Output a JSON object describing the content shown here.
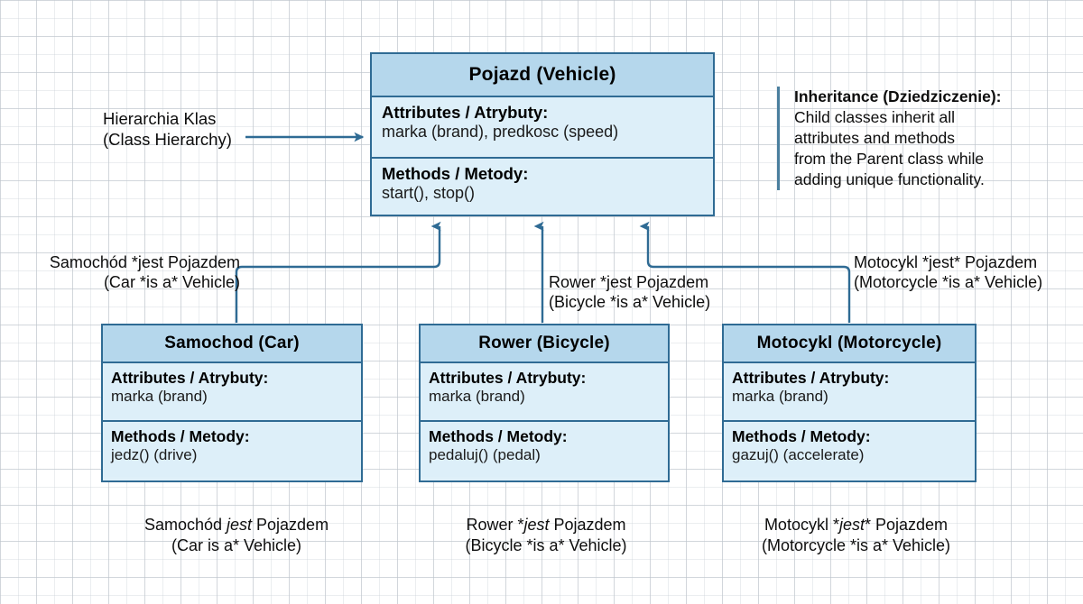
{
  "diagram": {
    "title_label": "Hierarchia Klas\n(Class Hierarchy)",
    "accent_border": "#2f6b94",
    "header_fill": "#b5d7ec",
    "body_fill": "#ddeff9",
    "connector_color": "#2f6b94"
  },
  "parent": {
    "name": "Pojazd (Vehicle)",
    "attributes_head": "Attributes / Atrybuty:",
    "attributes_body": "marka (brand), predkosc (speed)",
    "methods_head": "Methods / Metody:",
    "methods_body": "start(), stop()"
  },
  "children": [
    {
      "id": "car",
      "name": "Samochod (Car)",
      "attributes_head": "Attributes / Atrybuty:",
      "attributes_body": "marka (brand)",
      "methods_head": "Methods / Metody:",
      "methods_body": "jedz() (drive)",
      "edge_label": "Samochód *jest Pojazdem\n(Car *is a* Vehicle)",
      "caption_line1_pre": "Samochód ",
      "caption_line1_em": "jest",
      "caption_line1_post": " Pojazdem",
      "caption_line2": "(Car is a* Vehicle)"
    },
    {
      "id": "bike",
      "name": "Rower (Bicycle)",
      "attributes_head": "Attributes / Atrybuty:",
      "attributes_body": "marka (brand)",
      "methods_head": "Methods / Metody:",
      "methods_body": "pedaluj() (pedal)",
      "edge_label": "Rower *jest Pojazdem\n(Bicycle *is a* Vehicle)",
      "caption_line1_pre": "Rower *",
      "caption_line1_em": "jest",
      "caption_line1_post": " Pojazdem",
      "caption_line2": "(Bicycle *is a* Vehicle)"
    },
    {
      "id": "moto",
      "name": "Motocykl (Motorcycle)",
      "attributes_head": "Attributes / Atrybuty:",
      "attributes_body": "marka (brand)",
      "methods_head": "Methods / Metody:",
      "methods_body": "gazuj() (accelerate)",
      "edge_label": "Motocykl *jest* Pojazdem\n(Motorcycle *is a* Vehicle)",
      "caption_line1_pre": "Motocykl *",
      "caption_line1_em": "jest",
      "caption_line1_post": "* Pojazdem",
      "caption_line2": "(Motorcycle *is a* Vehicle)"
    }
  ],
  "note": {
    "title": "Inheritance (Dziedziczenie):",
    "body": "Child classes inherit all\nattributes and methods\nfrom the Parent class while\nadding unique functionality."
  }
}
